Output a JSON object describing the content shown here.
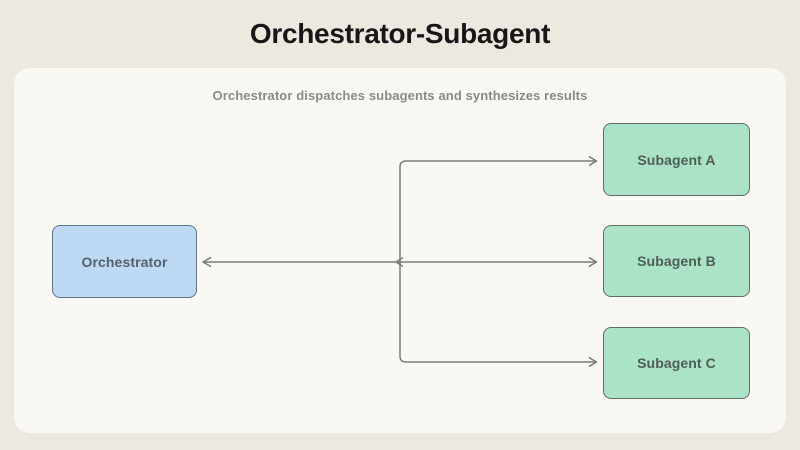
{
  "page": {
    "title": "Orchestrator-Subagent",
    "background_color": "#EDE9E1",
    "card_background_color": "#FAF8F2"
  },
  "diagram": {
    "type": "flowchart",
    "subtitle": "Orchestrator dispatches subagents and synthesizes results",
    "arrow_color": "#7C7C75",
    "nodes": [
      {
        "id": "orchestrator",
        "label": "Orchestrator",
        "kind": "orchestrator",
        "fill": "#BED9F3",
        "border": "#5F7288",
        "text_color": "#55606D"
      },
      {
        "id": "subagent-a",
        "label": "Subagent A",
        "kind": "subagent",
        "fill": "#AAE3C8",
        "border": "#5E6D64",
        "text_color": "#4E5E55"
      },
      {
        "id": "subagent-b",
        "label": "Subagent B",
        "kind": "subagent",
        "fill": "#AAE3C8",
        "border": "#5E6D64",
        "text_color": "#4E5E55"
      },
      {
        "id": "subagent-c",
        "label": "Subagent C",
        "kind": "subagent",
        "fill": "#AAE3C8",
        "border": "#5E6D64",
        "text_color": "#4E5E55"
      }
    ],
    "edges": [
      {
        "from": "orchestrator",
        "to": "subagent-a",
        "arrowhead_at": "subagent-a"
      },
      {
        "from": "orchestrator",
        "to": "subagent-b",
        "arrowhead_at": "subagent-b"
      },
      {
        "from": "orchestrator",
        "to": "subagent-c",
        "arrowhead_at": "subagent-c"
      },
      {
        "from": "subagents-branch-point",
        "to": "orchestrator",
        "arrowhead_at": "orchestrator"
      }
    ]
  }
}
